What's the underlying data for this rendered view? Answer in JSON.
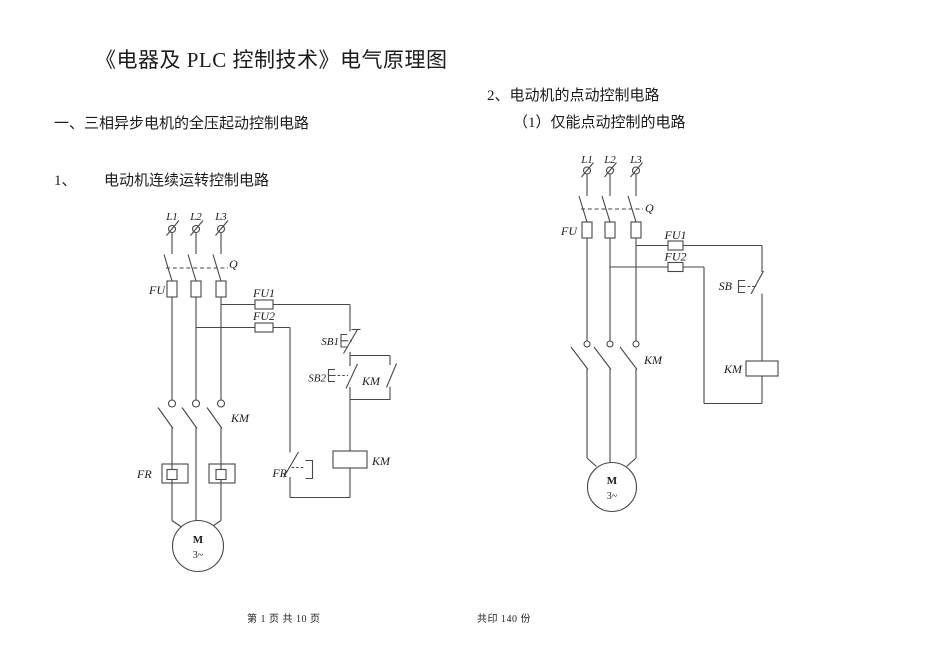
{
  "page": {
    "title": "《电器及 PLC 控制技术》电气原理图",
    "footer": {
      "page_info": "第 1 页 共 10 页",
      "print_info": "共印 140 份"
    }
  },
  "left_section": {
    "heading": "一、三相异步电机的全压起动控制电路",
    "item_number": "1、",
    "item_title": "电动机连续运转控制电路",
    "diagram": {
      "phase_l1": "L1",
      "phase_l2": "L2",
      "phase_l3": "L3",
      "switch": "Q",
      "main_fuse": "FU",
      "control_fuse_1": "FU1",
      "control_fuse_2": "FU2",
      "stop_button": "SB1",
      "start_button": "SB2",
      "aux_contact": "KM",
      "main_contact": "KM",
      "coil": "KM",
      "overload_heater": "FR",
      "overload_contact": "FR",
      "motor": "M",
      "motor_phase": "3~"
    }
  },
  "right_section": {
    "heading": "2、电动机的点动控制电路",
    "sub_heading": "（1）仅能点动控制的电路",
    "diagram": {
      "phase_l1": "L1",
      "phase_l2": "L2",
      "phase_l3": "L3",
      "switch": "Q",
      "main_fuse": "FU",
      "control_fuse_1": "FU1",
      "control_fuse_2": "FU2",
      "jog_button": "SB",
      "main_contact": "KM",
      "coil": "KM",
      "motor": "M",
      "motor_phase": "3~"
    }
  }
}
